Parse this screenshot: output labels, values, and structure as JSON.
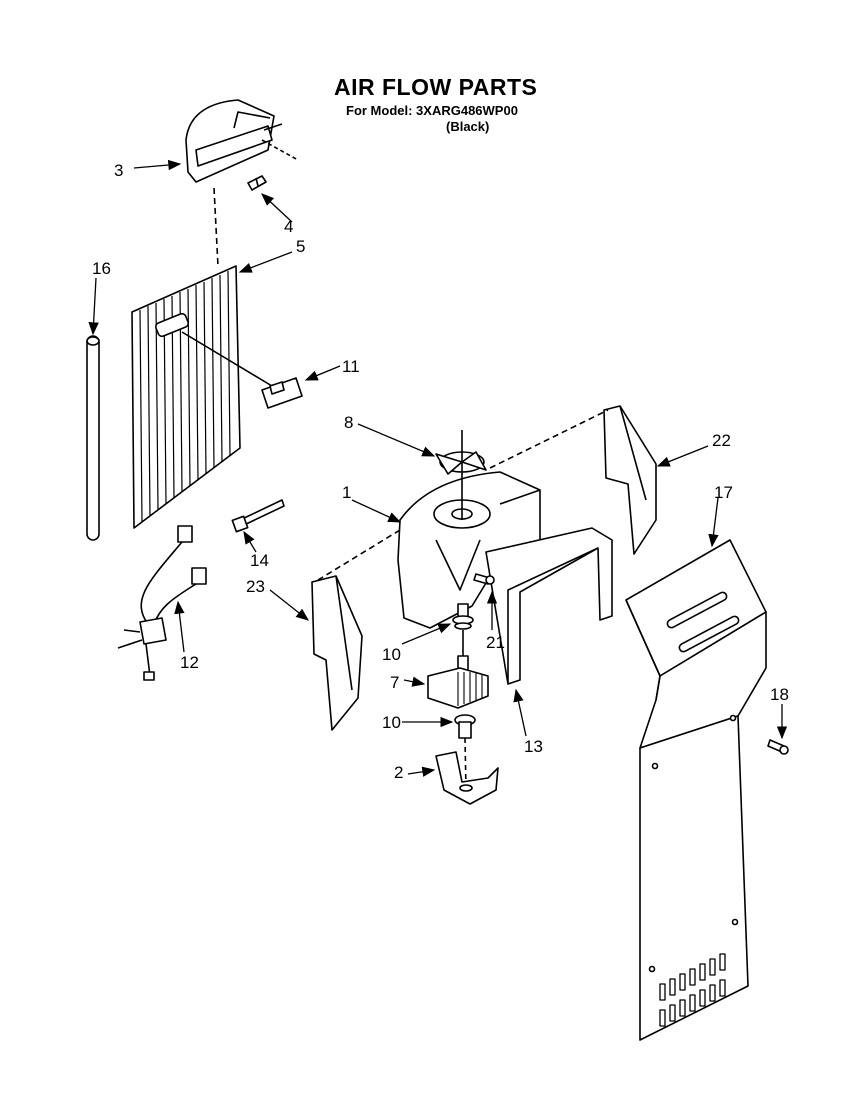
{
  "header": {
    "title": "AIR FLOW PARTS",
    "model_line": "For Model: 3XARG486WP00",
    "color_line": "(Black)"
  },
  "callouts": {
    "p1": "1",
    "p2": "2",
    "p3": "3",
    "p4": "4",
    "p5": "5",
    "p7": "7",
    "p8": "8",
    "p10a": "10",
    "p10b": "10",
    "p11": "11",
    "p12": "12",
    "p13": "13",
    "p14": "14",
    "p16": "16",
    "p17": "17",
    "p18": "18",
    "p21": "21",
    "p22": "22",
    "p23": "23"
  }
}
